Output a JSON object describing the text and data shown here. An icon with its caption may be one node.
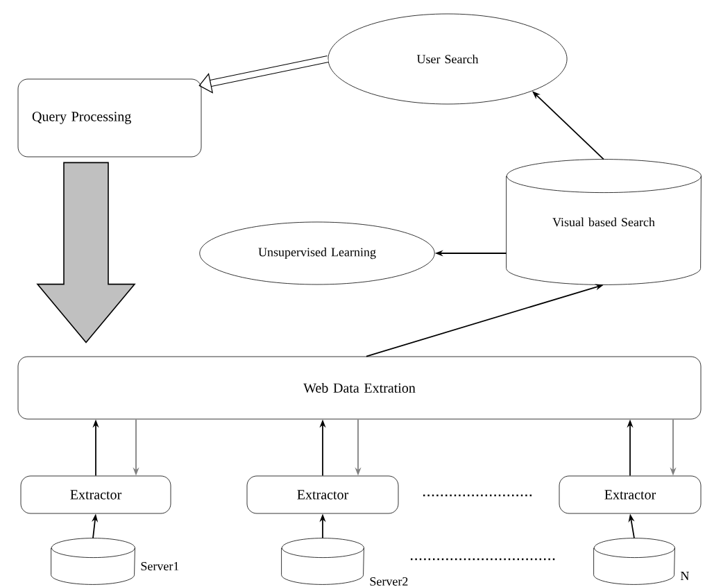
{
  "diagram": {
    "nodes": [
      {
        "text": [
          "User Search"
        ]
      },
      {
        "text": [
          "Query Processing"
        ]
      },
      {
        "text": [
          "Visual based Search"
        ]
      },
      {
        "text": [
          "Unsupervised Learning"
        ]
      },
      {
        "text": [
          "Web Data Extration"
        ]
      },
      {
        "text": [
          "Extractor"
        ]
      },
      {
        "text": [
          "Extractor"
        ]
      },
      {
        "text": [
          "Extractor"
        ]
      },
      {
        "text": [],
        "shape": "cylinder",
        "beside": [
          "Server1"
        ]
      },
      {
        "text": [],
        "shape": "cylinder",
        "beside": [
          "Server2"
        ]
      },
      {
        "text": [],
        "shape": "cylinder",
        "beside": [
          "N"
        ]
      }
    ],
    "edges": [
      {
        "from": 0,
        "to": 1,
        "arrow": "to",
        "style": "thick"
      },
      {
        "from": 1,
        "to": 4,
        "arrow": "to",
        "style": "thick",
        "color": "#c0c0c0"
      },
      {
        "from": 2,
        "to": 0,
        "arrow": "to"
      },
      {
        "from": 2,
        "to": 3,
        "arrow": "to"
      },
      {
        "from": 4,
        "to": 2,
        "arrow": "to"
      },
      {
        "from": 5,
        "to": 4,
        "arrow": "to"
      },
      {
        "from": 4,
        "to": 5,
        "arrow": "to",
        "color": "#808080"
      },
      {
        "from": 6,
        "to": 4,
        "arrow": "to"
      },
      {
        "from": 4,
        "to": 6,
        "arrow": "to",
        "color": "#808080"
      },
      {
        "from": 7,
        "to": 4,
        "arrow": "to"
      },
      {
        "from": 4,
        "to": 7,
        "arrow": "to",
        "color": "#808080"
      },
      {
        "from": 8,
        "to": 5,
        "arrow": "to"
      },
      {
        "from": 9,
        "to": 6,
        "arrow": "to"
      },
      {
        "from": 10,
        "to": 7,
        "arrow": "to"
      }
    ]
  }
}
